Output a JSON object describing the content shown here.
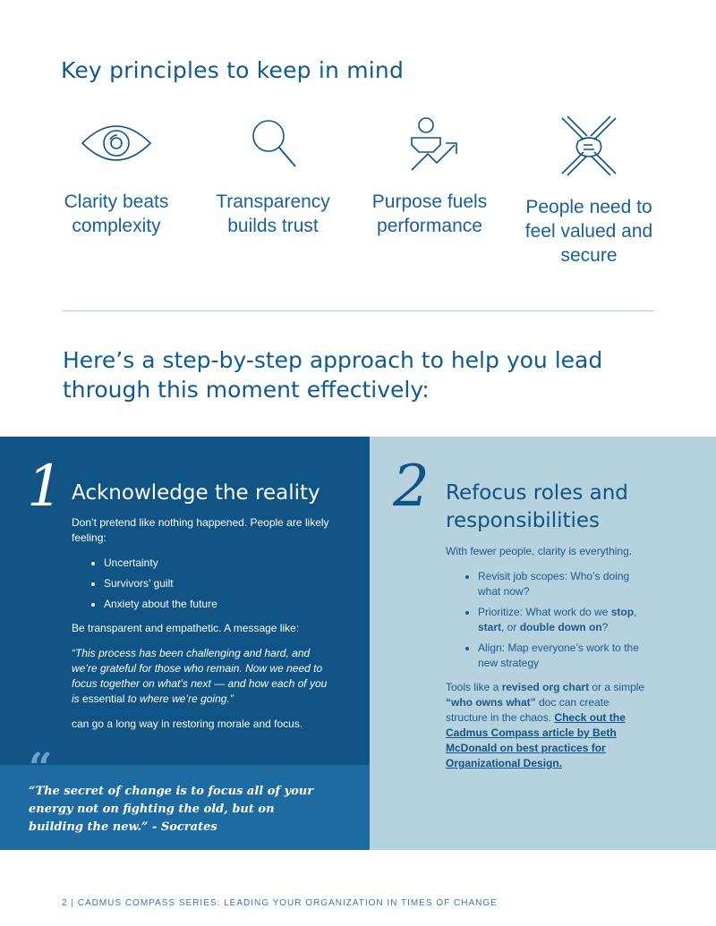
{
  "section_heading": "Key principles to keep in mind",
  "principles": [
    {
      "icon": "eye-icon",
      "label": "Clarity beats complexity"
    },
    {
      "icon": "magnifier-icon",
      "label": "Transparency builds trust"
    },
    {
      "icon": "growth-person-icon",
      "label": "Purpose fuels performance"
    },
    {
      "icon": "joined-hands-icon",
      "label": "People need to feel valued and secure"
    }
  ],
  "approach_heading": "Here’s a step-by-step approach to help you lead through this moment effectively:",
  "step1": {
    "number": "1",
    "title": "Acknowledge the reality",
    "intro": "Don’t pretend like nothing happened. People are likely feeling:",
    "bullets": [
      "Uncertainty",
      "Survivors’ guilt",
      "Anxiety about the future"
    ],
    "para1": "Be transparent and empathetic. A message like:",
    "quote_part1": "“This process has been challenging and hard, and we’re grateful for those who remain. Now we need to focus together on what’s next — and how each of you is ",
    "quote_emph": "essential",
    "quote_part2": " to where we’re going.”",
    "closing": "can go a long way in restoring morale and focus."
  },
  "pull_quote": {
    "mark": "“",
    "text": "“The secret of change is to focus all of your energy not on fighting the old, but on building the new.”  - Socrates"
  },
  "step2": {
    "number": "2",
    "title": "Refocus roles and responsibilities",
    "intro": "With fewer people, clarity is everything.",
    "bullet1": "Revisit job scopes: Who’s doing what now?",
    "bullet2_prefix": "Prioritize: What work do we ",
    "bullet2_stop": "stop",
    "bullet2_sep1": ", ",
    "bullet2_start": "start",
    "bullet2_sep2": ", or ",
    "bullet2_double": "double down on",
    "bullet2_end": "?",
    "bullet3": "Align: Map everyone’s work to the new strategy",
    "tools_prefix": "Tools like a ",
    "tools_bold1": "revised org chart",
    "tools_mid": " or a simple ",
    "tools_bold2": "“who owns what”",
    "tools_suffix": " doc can create structure in the chaos. ",
    "link_text": "Check out the Cadmus Compass article by Beth McDonald on best practices for Organizational Design."
  },
  "footer": "2  |  CADMUS COMPASS SERIES: LEADING YOUR ORGANIZATION IN TIMES OF CHANGE",
  "colors": {
    "primary": "#0f5485",
    "light_panel": "#b6d2df",
    "quote_box": "#1d6ba1"
  }
}
